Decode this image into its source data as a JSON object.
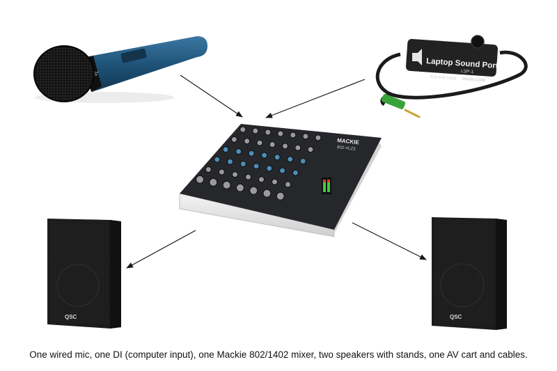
{
  "caption": "One wired mic, one DI (computer input), one Mackie 802/1402 mixer, two speakers with stands, one AV cart and cables.",
  "di_box": {
    "title": "Laptop Sound Port",
    "model": "LSP-1",
    "phone": "516 625-5608",
    "website": "DSAN.COM"
  },
  "mixer": {
    "brand": "MACKIE",
    "model": "802-VLZ3"
  },
  "microphone": {
    "label": "VL"
  },
  "speakers": {
    "left_logo": "QSC",
    "right_logo": "QSC"
  },
  "colors": {
    "mic_body": "#1f5479",
    "mic_grille": "#141414",
    "speaker_body": "#1c1c1c",
    "mixer_body": "#26272a",
    "mixer_frame": "#e6e6e6",
    "plug_green": "#39a33a",
    "arrow": "#1a1a1a"
  }
}
